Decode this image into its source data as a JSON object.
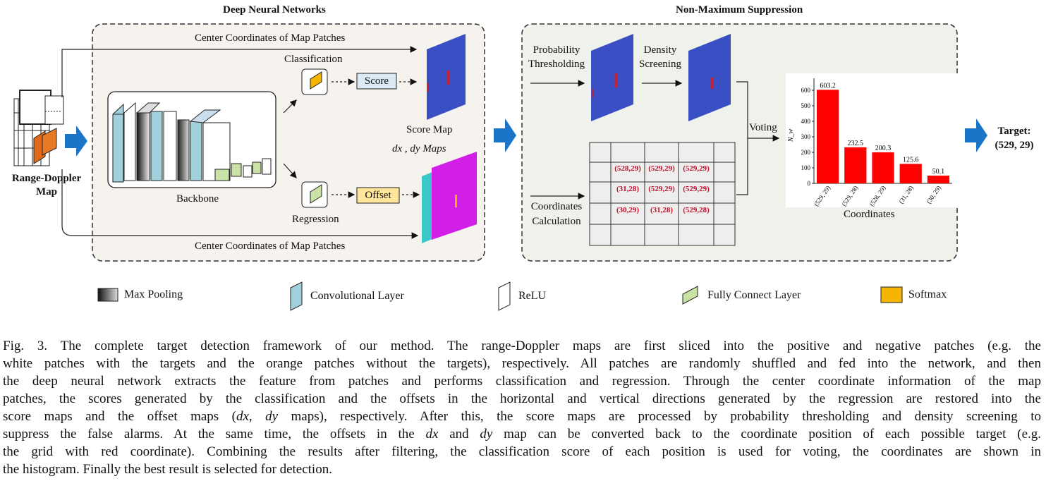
{
  "sections": {
    "dnn_title": "Deep Neural Networks",
    "nms_title": "Non-Maximum Suppression"
  },
  "dnn": {
    "center_coords_top": "Center Coordinates of Map Patches",
    "center_coords_bottom": "Center Coordinates of Map Patches",
    "classification": "Classification",
    "score": "Score",
    "regression": "Regression",
    "offset": "Offset",
    "backbone": "Backbone",
    "score_map": "Score Map",
    "dxdy_maps": "dx , dy Maps",
    "input_label_1": "Range-Doppler",
    "input_label_2": "Map"
  },
  "nms": {
    "prob_thresh_1": "Probability",
    "prob_thresh_2": "Thresholding",
    "density_1": "Density",
    "density_2": "Screening",
    "voting": "Voting",
    "coord_calc_1": "Coordinates",
    "coord_calc_2": "Calculation",
    "grid_rows": [
      [
        "(528,29)",
        "(529,29)",
        "(529,29)"
      ],
      [
        "(31,28)",
        "(529,29)",
        "(529,29)"
      ],
      [
        "(30,29)",
        "(31,28)",
        "(529,28)"
      ]
    ]
  },
  "chart_data": {
    "type": "bar",
    "categories": [
      "(529, 29)",
      "(529, 28)",
      "(528, 29)",
      "(31, 28)",
      "(30, 29)"
    ],
    "values": [
      603.2,
      232.5,
      200.3,
      125.6,
      50.1
    ],
    "value_labels": [
      "603.2",
      "232.5",
      "200.3",
      "125.6",
      "50.1"
    ],
    "xlabel": "Coordinates",
    "ylabel": "N_w",
    "ylim": [
      0,
      650
    ],
    "yticks": [
      "0",
      "100",
      "200",
      "300",
      "400",
      "500",
      "600"
    ],
    "bar_color": "#ff0000"
  },
  "target": {
    "label": "Target:",
    "value": "(529, 29)"
  },
  "legend": {
    "max_pooling": "Max Pooling",
    "conv": "Convolutional Layer",
    "relu": "ReLU",
    "fc": "Fully Connect Layer",
    "softmax": "Softmax"
  },
  "colors": {
    "conv": "#9fd0dc",
    "fc": "#c9e3a6",
    "softmax": "#f4b400",
    "score_box": "#dbe9f4",
    "offset_box": "#ffe69a",
    "arrow_blue": "#1a74c8",
    "map_blue": "#3a4fc4",
    "map_magenta": "#d21fe8",
    "map_cyan": "#3cc8c8",
    "dnn_bg": "#f6f3ee",
    "nms_bg": "#eef2ea"
  },
  "caption": {
    "l1": "Fig. 3.  The complete target detection framework of our method. The range-Doppler maps are first sliced into the positive and negative patches (e.g. the",
    "l2": "white patches with the targets and the orange patches without the targets), respectively. All patches are randomly shuffled and fed into the network, and then",
    "l3": "the deep neural network extracts the feature from patches and performs classification and regression. Through the center coordinate information of the map",
    "l4": "patches, the scores generated by the classification and the offsets in the horizontal and vertical directions generated by the regression are restored into the",
    "l5a": "score maps and the offset maps (",
    "l5b": "dx",
    "l5c": ", ",
    "l5d": "dy",
    "l5e": " maps), respectively. After this, the score maps are processed by probability thresholding and density screening to",
    "l6a": "suppress the false alarms. At the same time, the offsets in the ",
    "l6b": "dx",
    "l6c": " and ",
    "l6d": "dy",
    "l6e": " map can be converted back to the coordinate position of each possible target (e.g.",
    "l7": "the grid with red coordinate). Combining the results after filtering, the classification score of each position is used for voting, the coordinates are shown in",
    "l8": "the histogram. Finally the best result is selected for detection."
  }
}
